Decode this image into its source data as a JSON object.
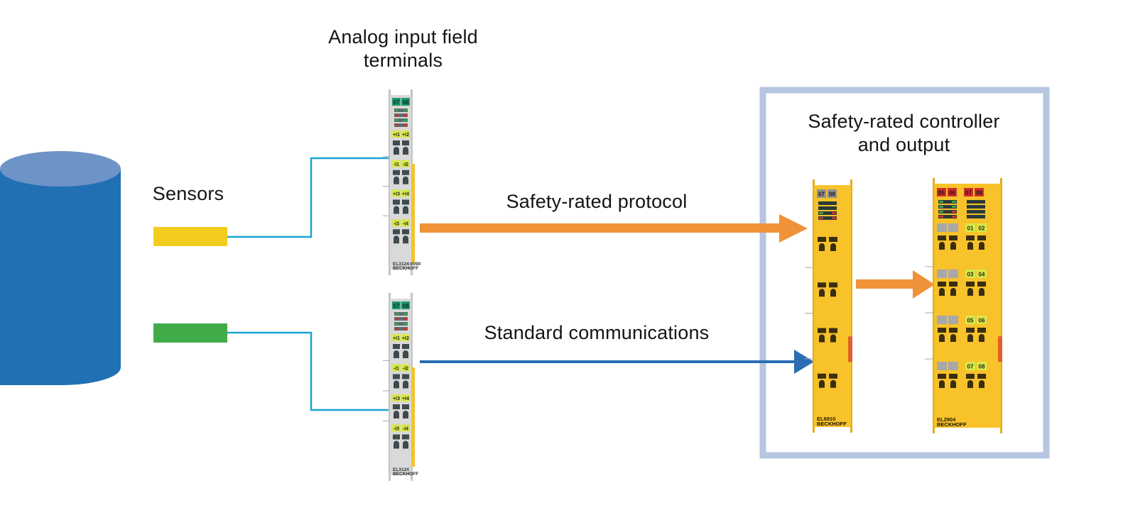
{
  "labels": {
    "analog_terminals": [
      "Analog input field",
      "terminals"
    ],
    "sensors": "Sensors",
    "safety_protocol": "Safety-rated protocol",
    "standard_comms": "Standard communications",
    "controller_box": [
      "Safety-rated controller",
      "and output"
    ]
  },
  "colors": {
    "cylinder_body": "#2170b4",
    "cylinder_top": "#6e93c7",
    "sensor_yellow": "#f2cc1f",
    "sensor_green": "#41ab4a",
    "wire_cyan": "#1aa3d6",
    "safety_arrow": "#f0923a",
    "standard_arrow": "#2a6db3",
    "controller_frame": "#b6c6e0",
    "terminal_grey": "#dcdcdc",
    "terminal_yellow": "#f7c22a",
    "label_green": "#d8e84a",
    "led_top_green": "#1d9b6b",
    "led_red_cap": "#d42a2a",
    "led_grey_cap": "#8f8f8f"
  },
  "terminals": {
    "input_1": {
      "model": "EL3124-0090",
      "brand": "BECKHOFF",
      "led_caps": [
        "07",
        "08"
      ],
      "contact_labels": [
        "+I1",
        "+I2",
        "-I1",
        "-I2",
        "+I3",
        "+I4",
        "-I3",
        "-I4"
      ]
    },
    "input_2": {
      "model": "EL3124",
      "brand": "BECKHOFF",
      "led_caps": [
        "07",
        "08"
      ],
      "contact_labels": [
        "+I1",
        "+I2",
        "-I1",
        "-I2",
        "+I3",
        "+I4",
        "-I3",
        "-I4"
      ]
    },
    "controller": {
      "model": "EL6910",
      "brand": "BECKHOFF",
      "led_caps": [
        "07",
        "08"
      ]
    },
    "output": {
      "model": "EL2904",
      "brand": "BECKHOFF",
      "led_caps": [
        "05",
        "06",
        "07",
        "08"
      ],
      "contact_labels": [
        "01",
        "02",
        "03",
        "04",
        "05",
        "06",
        "07",
        "08"
      ]
    }
  }
}
